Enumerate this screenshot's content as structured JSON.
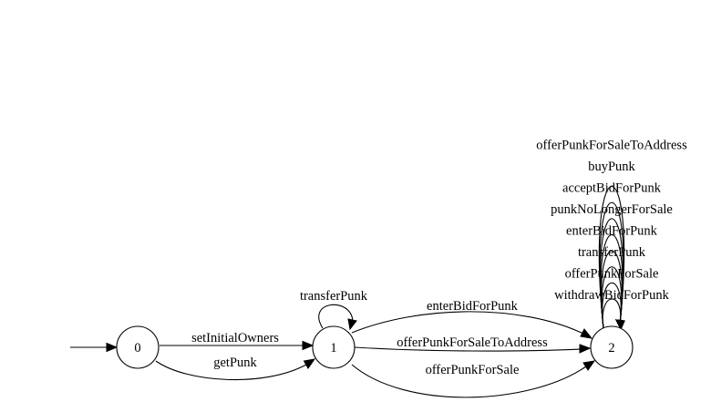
{
  "states": {
    "s0": "0",
    "s1": "1",
    "s2": "2"
  },
  "edges": {
    "set_initial_owners": "setInitialOwners",
    "get_punk": "getPunk",
    "transfer_punk_self": "transferPunk",
    "enter_bid_1_2": "enterBidForPunk",
    "offer_to_address_1_2": "offerPunkForSaleToAddress",
    "offer_for_sale_1_2": "offerPunkForSale",
    "loops_2": [
      "offerPunkForSaleToAddress",
      "buyPunk",
      "acceptBidForPunk",
      "punkNoLongerForSale",
      "enterBidForPunk",
      "transferPunk",
      "offerPunkForSale",
      "withdrawBidForPunk"
    ]
  }
}
